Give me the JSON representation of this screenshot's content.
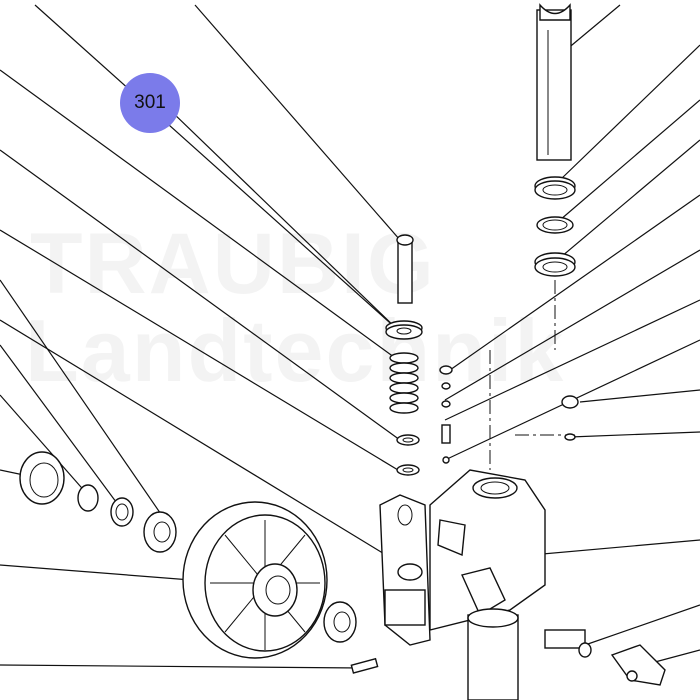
{
  "callout": {
    "label": "301",
    "color": "#7b7bea"
  },
  "watermark": {
    "line1": "TRAUBIG",
    "line2": "Landtechnik"
  },
  "parts": [
    "leader-lines",
    "pushrod-pin",
    "washer-top",
    "return-spring",
    "seal-ring-upper",
    "seal-ring-lower",
    "piston-rod",
    "o-ring-1",
    "o-ring-2",
    "o-ring-3",
    "bleed-screw",
    "valve-parts",
    "side-plug",
    "pump-housing",
    "load-wheel",
    "wheel-hub",
    "outer-bearing",
    "circlip",
    "washer-left",
    "bearing-right",
    "roll-pin",
    "release-valve",
    "lever-linkage",
    "lower-cylinder"
  ]
}
